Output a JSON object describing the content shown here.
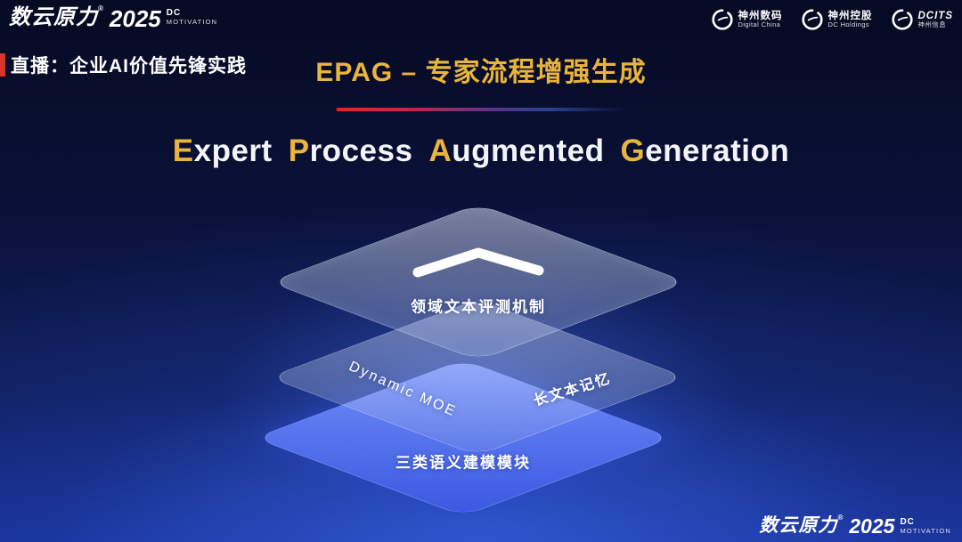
{
  "colors": {
    "gold": "#e9b43d",
    "red": "#d9352b",
    "layer_blue": "#4e6ceb",
    "background_top": "#060a22",
    "background_bottom": "#1a329a"
  },
  "top_bar": {
    "brand": {
      "wordmark": "数云原力",
      "reg": "®",
      "year": "2025",
      "dc": "DC",
      "motivation": "MOTIVATION"
    },
    "live_label": "直播：企业AI价值先锋实践",
    "partner_logos": [
      {
        "name": "神州数码",
        "subtitle": "Digital China"
      },
      {
        "name": "神州控股",
        "subtitle": "DC Holdings"
      },
      {
        "name": "DCITS",
        "subtitle": "神州信息"
      }
    ]
  },
  "title": {
    "heading": "EPAG – 专家流程增强生成",
    "subtitle": {
      "words": [
        {
          "initial": "E",
          "rest": "xpert"
        },
        {
          "initial": "P",
          "rest": "rocess"
        },
        {
          "initial": "A",
          "rest": "ugmented"
        },
        {
          "initial": "G",
          "rest": "eneration"
        }
      ]
    }
  },
  "stack": {
    "top_layer": {
      "label": "领域文本评测机制",
      "icon": "chevron-up-icon"
    },
    "middle_layer": {
      "left_label": "Dynamic MOE",
      "right_label": "长文本记忆"
    },
    "bottom_layer": {
      "label": "三类语义建模模块"
    }
  },
  "footer": {
    "brand": {
      "wordmark": "数云原力",
      "reg": "®",
      "year": "2025",
      "dc": "DC",
      "motivation": "MOTIVATION"
    }
  }
}
